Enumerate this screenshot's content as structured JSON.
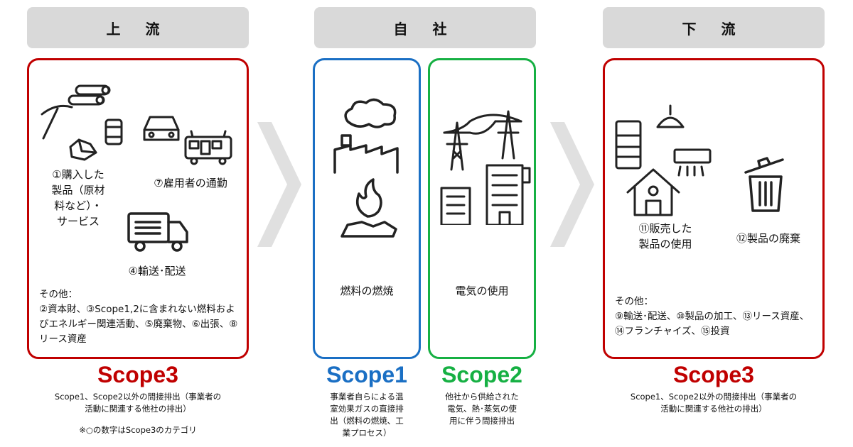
{
  "headers": {
    "upstream": "上 流",
    "company": "自 社",
    "downstream": "下 流"
  },
  "upstream": {
    "items": {
      "purchased": "①購入した\n製品（原材\n料など）・\nサービス",
      "commute": "⑦雇用者の通勤",
      "transport": "④輸送･配送"
    },
    "other_title": "その他：",
    "other_text": "②資本財、③Scope1,2に含まれない燃料およびエネルギー関連活動、⑤廃棄物、⑥出張、⑧リース資産"
  },
  "company": {
    "scope1_item": "燃料の燃焼",
    "scope2_item": "電気の使用"
  },
  "downstream": {
    "items": {
      "use": "⑪販売した\n製品の使用",
      "disposal": "⑫製品の廃棄"
    },
    "other_title": "その他：",
    "other_text": "⑨輸送･配送、⑩製品の加工、⑬リース資産、⑭フランチャイズ、⑮投資"
  },
  "scopes": {
    "upstream": {
      "title": "Scope3",
      "desc": "Scope1、Scope2以外の間接排出（事業者の\n活動に関連する他社の排出）",
      "note": "※○の数字はScope3のカテゴリ"
    },
    "scope1": {
      "title": "Scope1",
      "desc": "事業者自らによる温\n室効果ガスの直接排\n出（燃料の燃焼、工\n業プロセス）"
    },
    "scope2": {
      "title": "Scope2",
      "desc": "他社から供給された\n電気、熱･蒸気の使\n用に伴う間接排出"
    },
    "downstream": {
      "title": "Scope3",
      "desc": "Scope1、Scope2以外の間接排出（事業者の\n活動に関連する他社の排出）"
    }
  },
  "colors": {
    "scope3": "#c00000",
    "scope1": "#1a6fc4",
    "scope2": "#16b043",
    "header_bg": "#d9d9d9",
    "arrow": "#e0e0e0"
  }
}
